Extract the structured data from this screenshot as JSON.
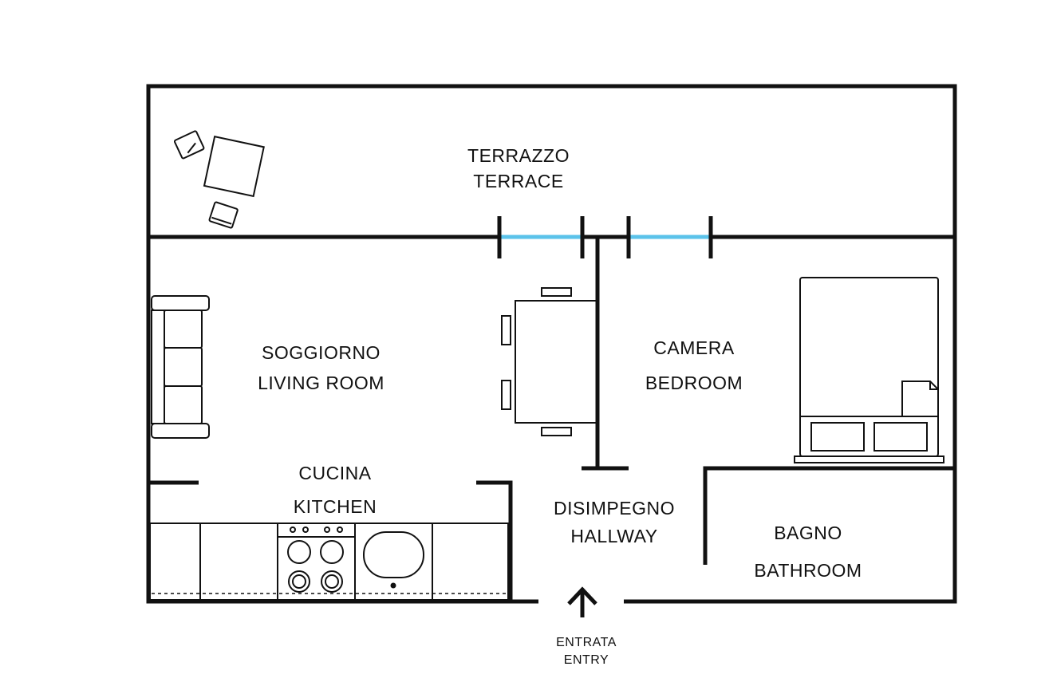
{
  "rooms": {
    "terrace": {
      "it": "TERRAZZO",
      "en": "TERRACE"
    },
    "living": {
      "it": "SOGGIORNO",
      "en": "LIVING ROOM"
    },
    "kitchen": {
      "it": "CUCINA",
      "en": "KITCHEN"
    },
    "bedroom": {
      "it": "CAMERA",
      "en": "BEDROOM"
    },
    "hallway": {
      "it": "DISIMPEGNO",
      "en": "HALLWAY"
    },
    "bathroom": {
      "it": "BAGNO",
      "en": "BATHROOM"
    }
  },
  "entry": {
    "it": "ENTRATA",
    "en": "ENTRY"
  },
  "colors": {
    "wall": "#111111",
    "window_glass": "#5bc3ea",
    "background": "#ffffff"
  }
}
